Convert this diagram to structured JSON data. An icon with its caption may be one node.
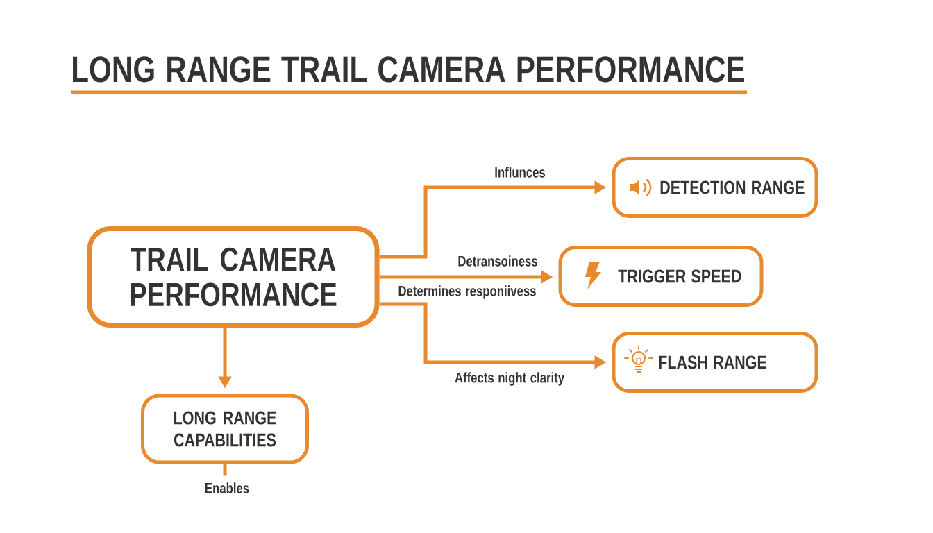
{
  "diagram": {
    "title": "LONG RANGE TRAIL CAMERA PERFORMANCE",
    "nodes": [
      {
        "text": [
          "TRAIL CAMERA PERFORMANCE"
        ]
      },
      {
        "text": [
          "DETECTION RANGE"
        ]
      },
      {
        "text": [
          "TRIGGER SPEED"
        ]
      },
      {
        "text": [
          "FLASH RANGE"
        ]
      },
      {
        "text": [
          "LONG RANGE CAPABILITIES"
        ]
      }
    ],
    "edges": [
      {
        "from": 0,
        "to": 1,
        "arrow": "to",
        "label": "Influnces"
      },
      {
        "from": 0,
        "to": 2,
        "arrow": "to",
        "label": "Determines responiivess"
      },
      {
        "from": 0,
        "to": 3,
        "arrow": "to",
        "label": "Affects night clarity"
      },
      {
        "from": 0,
        "to": 4,
        "arrow": "to"
      },
      {
        "from": 4,
        "to": null,
        "arrow": "none",
        "label": "Enables"
      }
    ],
    "labels": [
      "Detransoiness"
    ]
  }
}
